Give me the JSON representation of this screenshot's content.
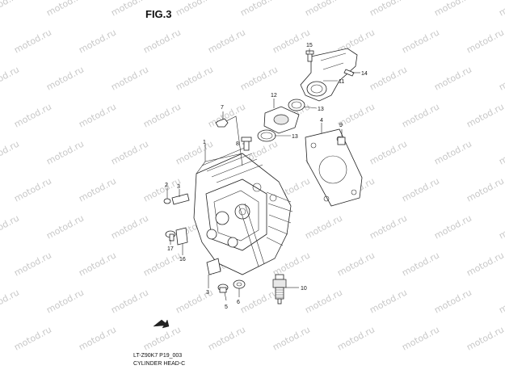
{
  "figure": {
    "title": "FIG.3"
  },
  "watermark": {
    "text": "motod.ru"
  },
  "caption": {
    "code": "LT-Z90K7 P19_003",
    "name": "CYLINDER HEAD-C"
  },
  "callouts": [
    "1",
    "2",
    "3",
    "4",
    "5",
    "6",
    "7",
    "8",
    "9",
    "10",
    "11",
    "12",
    "13",
    "13",
    "14",
    "15",
    "16",
    "17"
  ],
  "icons": {
    "front_arrow": "front-arrow-icon"
  }
}
